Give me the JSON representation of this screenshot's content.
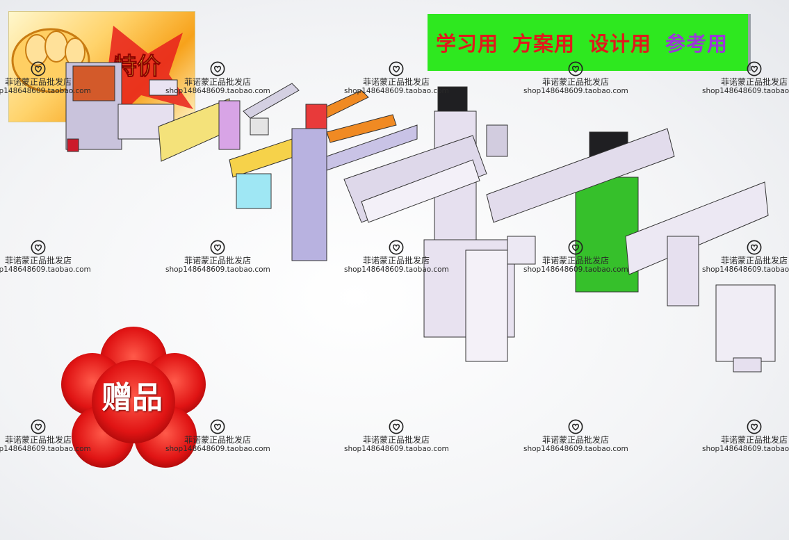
{
  "banner": {
    "items": [
      {
        "text": "学习用",
        "color": "#e0191b"
      },
      {
        "text": "方案用",
        "color": "#e0191b"
      },
      {
        "text": "设计用",
        "color": "#e0191b"
      },
      {
        "text": "参考用",
        "color": "#9b36d8"
      }
    ],
    "background": "#2ee81f"
  },
  "gift_badge": {
    "text": "赠品",
    "color": "#e01414"
  },
  "watermark": {
    "shop_name": "菲诺蒙正品批发店",
    "shop_url": "shop148648609.taobao.com",
    "icon": "heart-icon"
  },
  "colors": {
    "frame": "#d9d2e8",
    "accent_green": "#2fbf2a",
    "accent_orange": "#f08a23",
    "accent_yellow": "#f4e27a",
    "motor": "#1f1f22"
  }
}
